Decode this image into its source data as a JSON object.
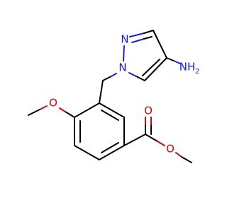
{
  "molecule": {
    "atoms": {
      "n_ring_top": "N",
      "n_ring_bottom": "N",
      "nh2": "NH",
      "nh2_sub": "2",
      "o_methoxy": "O",
      "o_ester_carbonyl": "O",
      "o_ester_single": "O"
    },
    "colors": {
      "nitrogen": "#1a1aff",
      "oxygen": "#e00000",
      "carbon": "#000000"
    }
  }
}
